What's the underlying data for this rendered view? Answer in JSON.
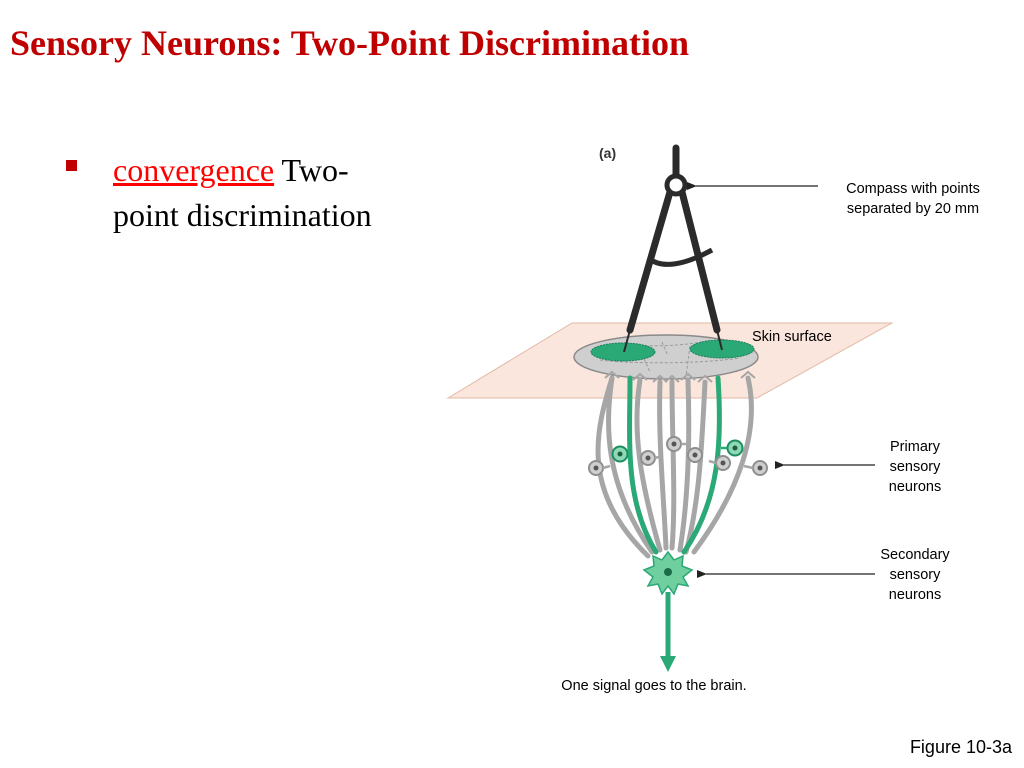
{
  "slide": {
    "title": "Sensory Neurons: Two-Point Discrimination",
    "bullet": {
      "link_word": "convergence",
      "rest_line1": " Two-",
      "rest_line2": "point discrimination"
    },
    "figure_label": "Figure 10-3a"
  },
  "diagram": {
    "panel_label": "(a)",
    "labels": {
      "compass_line1": "Compass with points",
      "compass_line2": "separated by 20 mm",
      "skin": "Skin surface",
      "primary_line1": "Primary",
      "primary_line2": "sensory",
      "primary_line3": "neurons",
      "secondary_line1": "Secondary",
      "secondary_line2": "sensory",
      "secondary_line3": "neurons",
      "signal": "One signal goes to the brain."
    }
  },
  "colors": {
    "title": "#c00000",
    "link": "#ff0000",
    "neuron_green": "#2aa876",
    "neuron_gray": "#a6a6a6",
    "skin_fill": "#fae6dc"
  }
}
